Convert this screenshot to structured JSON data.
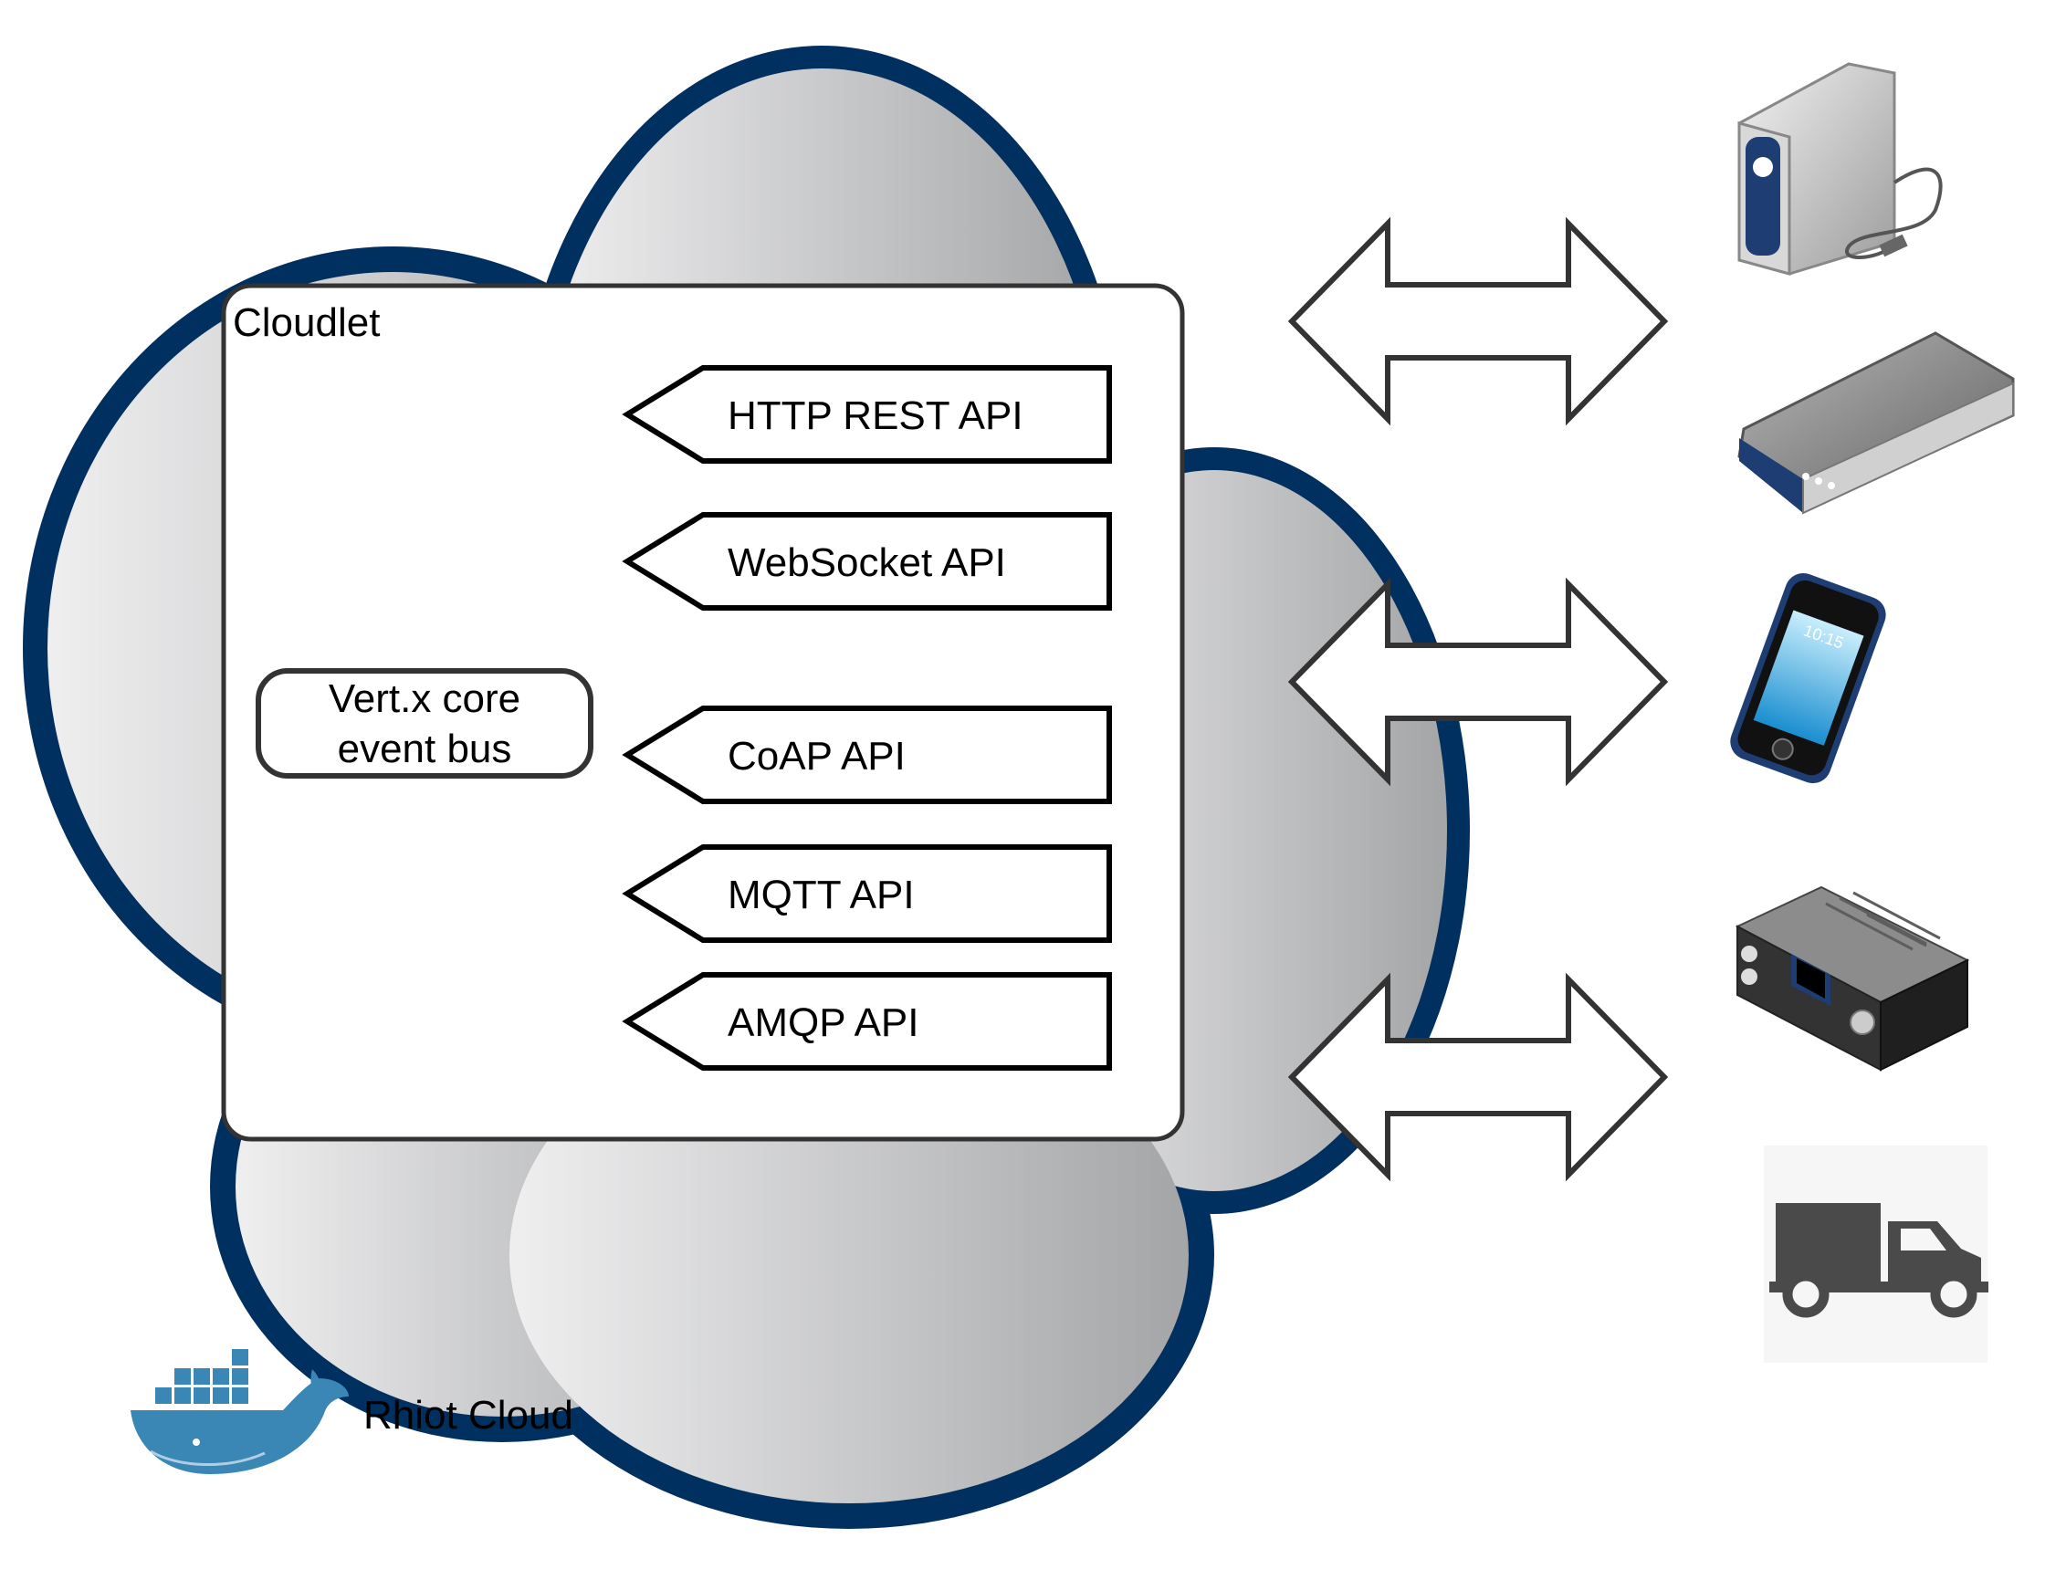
{
  "cloud": {
    "label": "Rhiot Cloud",
    "fill_light": "#eeeeef",
    "fill_dark": "#a6a7a9",
    "stroke": "#00305f"
  },
  "cloudlet": {
    "title": "Cloudlet"
  },
  "event_bus": {
    "line1": "Vert.x core",
    "line2": "event bus"
  },
  "apis": [
    {
      "label": "HTTP REST API"
    },
    {
      "label": "WebSocket API"
    },
    {
      "label": "CoAP API"
    },
    {
      "label": "MQTT API"
    },
    {
      "label": "AMQP API"
    }
  ],
  "devices": [
    {
      "icon": "external-drive-icon"
    },
    {
      "icon": "router-icon"
    },
    {
      "icon": "smartphone-icon",
      "screen_text": "10:15"
    },
    {
      "icon": "av-receiver-icon"
    },
    {
      "icon": "truck-icon"
    }
  ],
  "logos": {
    "docker": "docker-whale-icon"
  }
}
